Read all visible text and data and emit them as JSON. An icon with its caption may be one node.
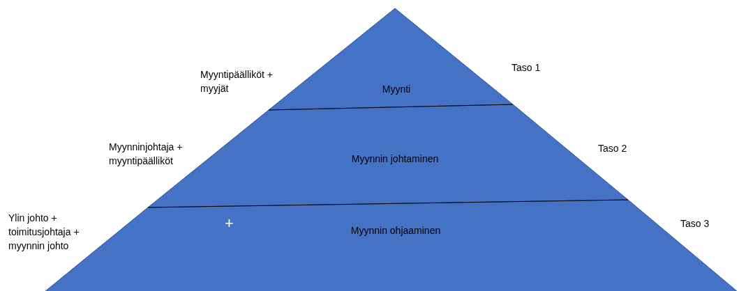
{
  "diagram": {
    "nodes": [
      {
        "text": [
          "Myynti"
        ],
        "beside": [
          "Myyntipäälliköt + myyjät",
          "Taso 1"
        ]
      },
      {
        "text": [
          "Myynnin johtaminen"
        ],
        "beside": [
          "Myynninjohtaja + myyntipäälliköt",
          "Taso 2"
        ]
      },
      {
        "text": [
          "Myynnin ohjaaminen"
        ],
        "beside": [
          "Ylin johto + toimitusjohtaja + myynnin johto",
          "Taso 3"
        ]
      }
    ],
    "edges": [],
    "labels": [
      "+"
    ]
  }
}
